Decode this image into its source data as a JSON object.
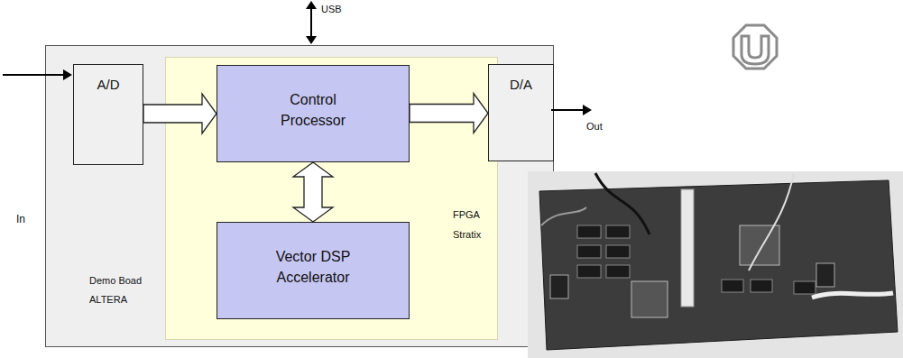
{
  "diagram": {
    "nodes": [
      {
        "text": [
          "Demo Boad ALTERA"
        ]
      },
      {
        "text": [
          "A/D"
        ],
        "in": 0
      },
      {
        "text": [
          "FPGA Stratix"
        ],
        "in": 0
      },
      {
        "text": [
          "Control Processor"
        ],
        "in": 2
      },
      {
        "text": [
          "Vector DSP Accelerator"
        ],
        "in": 2
      },
      {
        "text": [
          "D/A"
        ],
        "in": 0
      }
    ],
    "edges": [
      {
        "from": 1,
        "to": 3,
        "arrow": "to"
      },
      {
        "from": 3,
        "to": 4,
        "arrow": "both"
      },
      {
        "from": 3,
        "to": 5,
        "arrow": "to"
      }
    ],
    "labels": [
      "USB",
      "In",
      "Out"
    ]
  }
}
